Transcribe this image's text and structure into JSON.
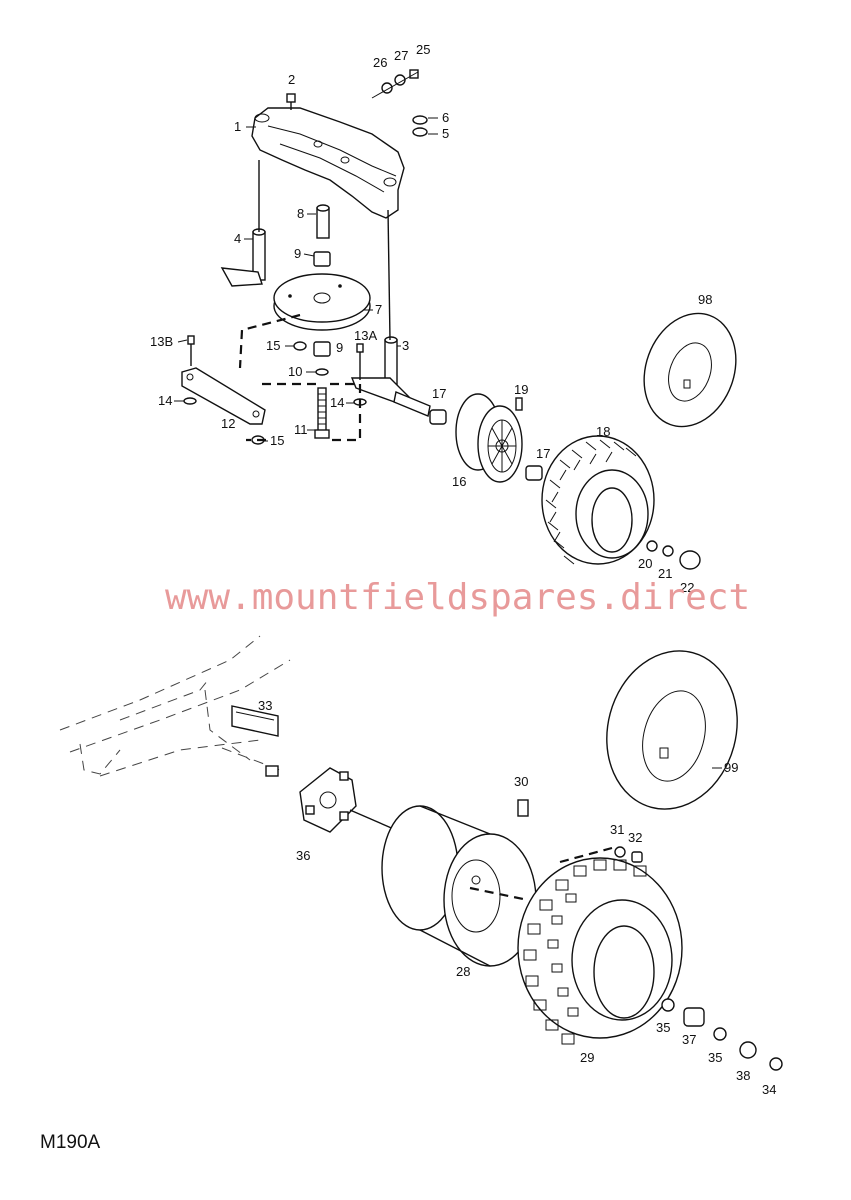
{
  "diagram_code": "M190A",
  "watermark": "www.mountfieldspares.direct",
  "labels": [
    "1",
    "2",
    "4",
    "8",
    "9",
    "7",
    "26",
    "27",
    "25",
    "6",
    "5",
    "13B",
    "15",
    "9",
    "13A",
    "3",
    "10",
    "14",
    "14",
    "12",
    "15",
    "11",
    "17",
    "19",
    "16",
    "17",
    "18",
    "98",
    "20",
    "21",
    "22",
    "33",
    "36",
    "30",
    "31",
    "32",
    "28",
    "29",
    "35",
    "37",
    "35",
    "38",
    "34",
    "99"
  ]
}
